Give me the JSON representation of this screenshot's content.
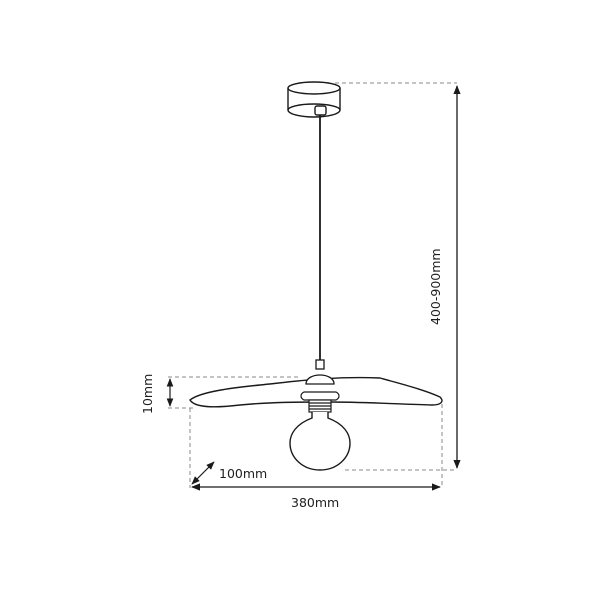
{
  "diagram": {
    "title": "Pendant lamp dimension drawing",
    "colors": {
      "line": "#1a1a1a",
      "dashed": "#8a8a8a",
      "text": "#1e1e1e",
      "background": "#ffffff"
    },
    "components": [
      "ceiling-canopy",
      "suspension-cord",
      "socket-cap",
      "shade",
      "lamp-holder",
      "globe-bulb"
    ],
    "dimensions": {
      "height_range": "400-900mm",
      "shade_thickness": "10mm",
      "depth": "100mm",
      "width": "380mm"
    }
  }
}
